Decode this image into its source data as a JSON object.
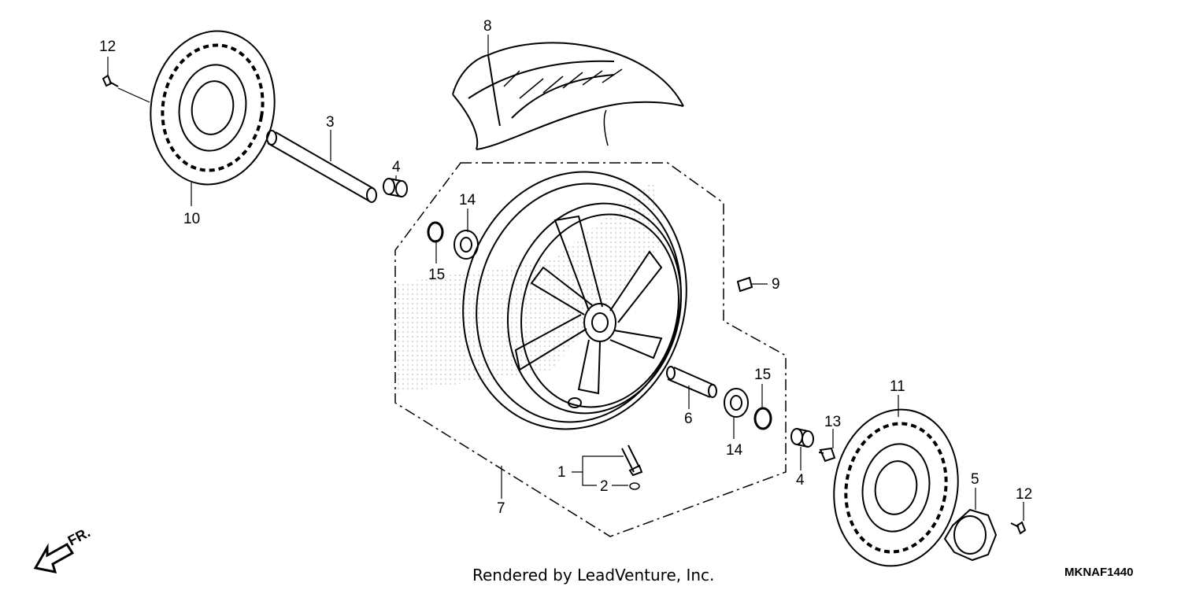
{
  "callouts": [
    {
      "id": "c1",
      "text": "1"
    },
    {
      "id": "c2",
      "text": "2"
    },
    {
      "id": "c3",
      "text": "3"
    },
    {
      "id": "c4a",
      "text": "4"
    },
    {
      "id": "c4b",
      "text": "4"
    },
    {
      "id": "c5",
      "text": "5"
    },
    {
      "id": "c6",
      "text": "6"
    },
    {
      "id": "c7",
      "text": "7"
    },
    {
      "id": "c8",
      "text": "8"
    },
    {
      "id": "c9",
      "text": "9"
    },
    {
      "id": "c10",
      "text": "10"
    },
    {
      "id": "c11",
      "text": "11"
    },
    {
      "id": "c12a",
      "text": "12"
    },
    {
      "id": "c12b",
      "text": "12"
    },
    {
      "id": "c13",
      "text": "13"
    },
    {
      "id": "c14a",
      "text": "14"
    },
    {
      "id": "c14b",
      "text": "14"
    },
    {
      "id": "c15a",
      "text": "15"
    },
    {
      "id": "c15b",
      "text": "15"
    }
  ],
  "direction_label": "FR.",
  "footer_text": "Rendered by LeadVenture, Inc.",
  "diagram_code": "MKNAF1440",
  "colors": {
    "line": "#000000",
    "background": "#ffffff",
    "shade": "#bdbdbd"
  }
}
